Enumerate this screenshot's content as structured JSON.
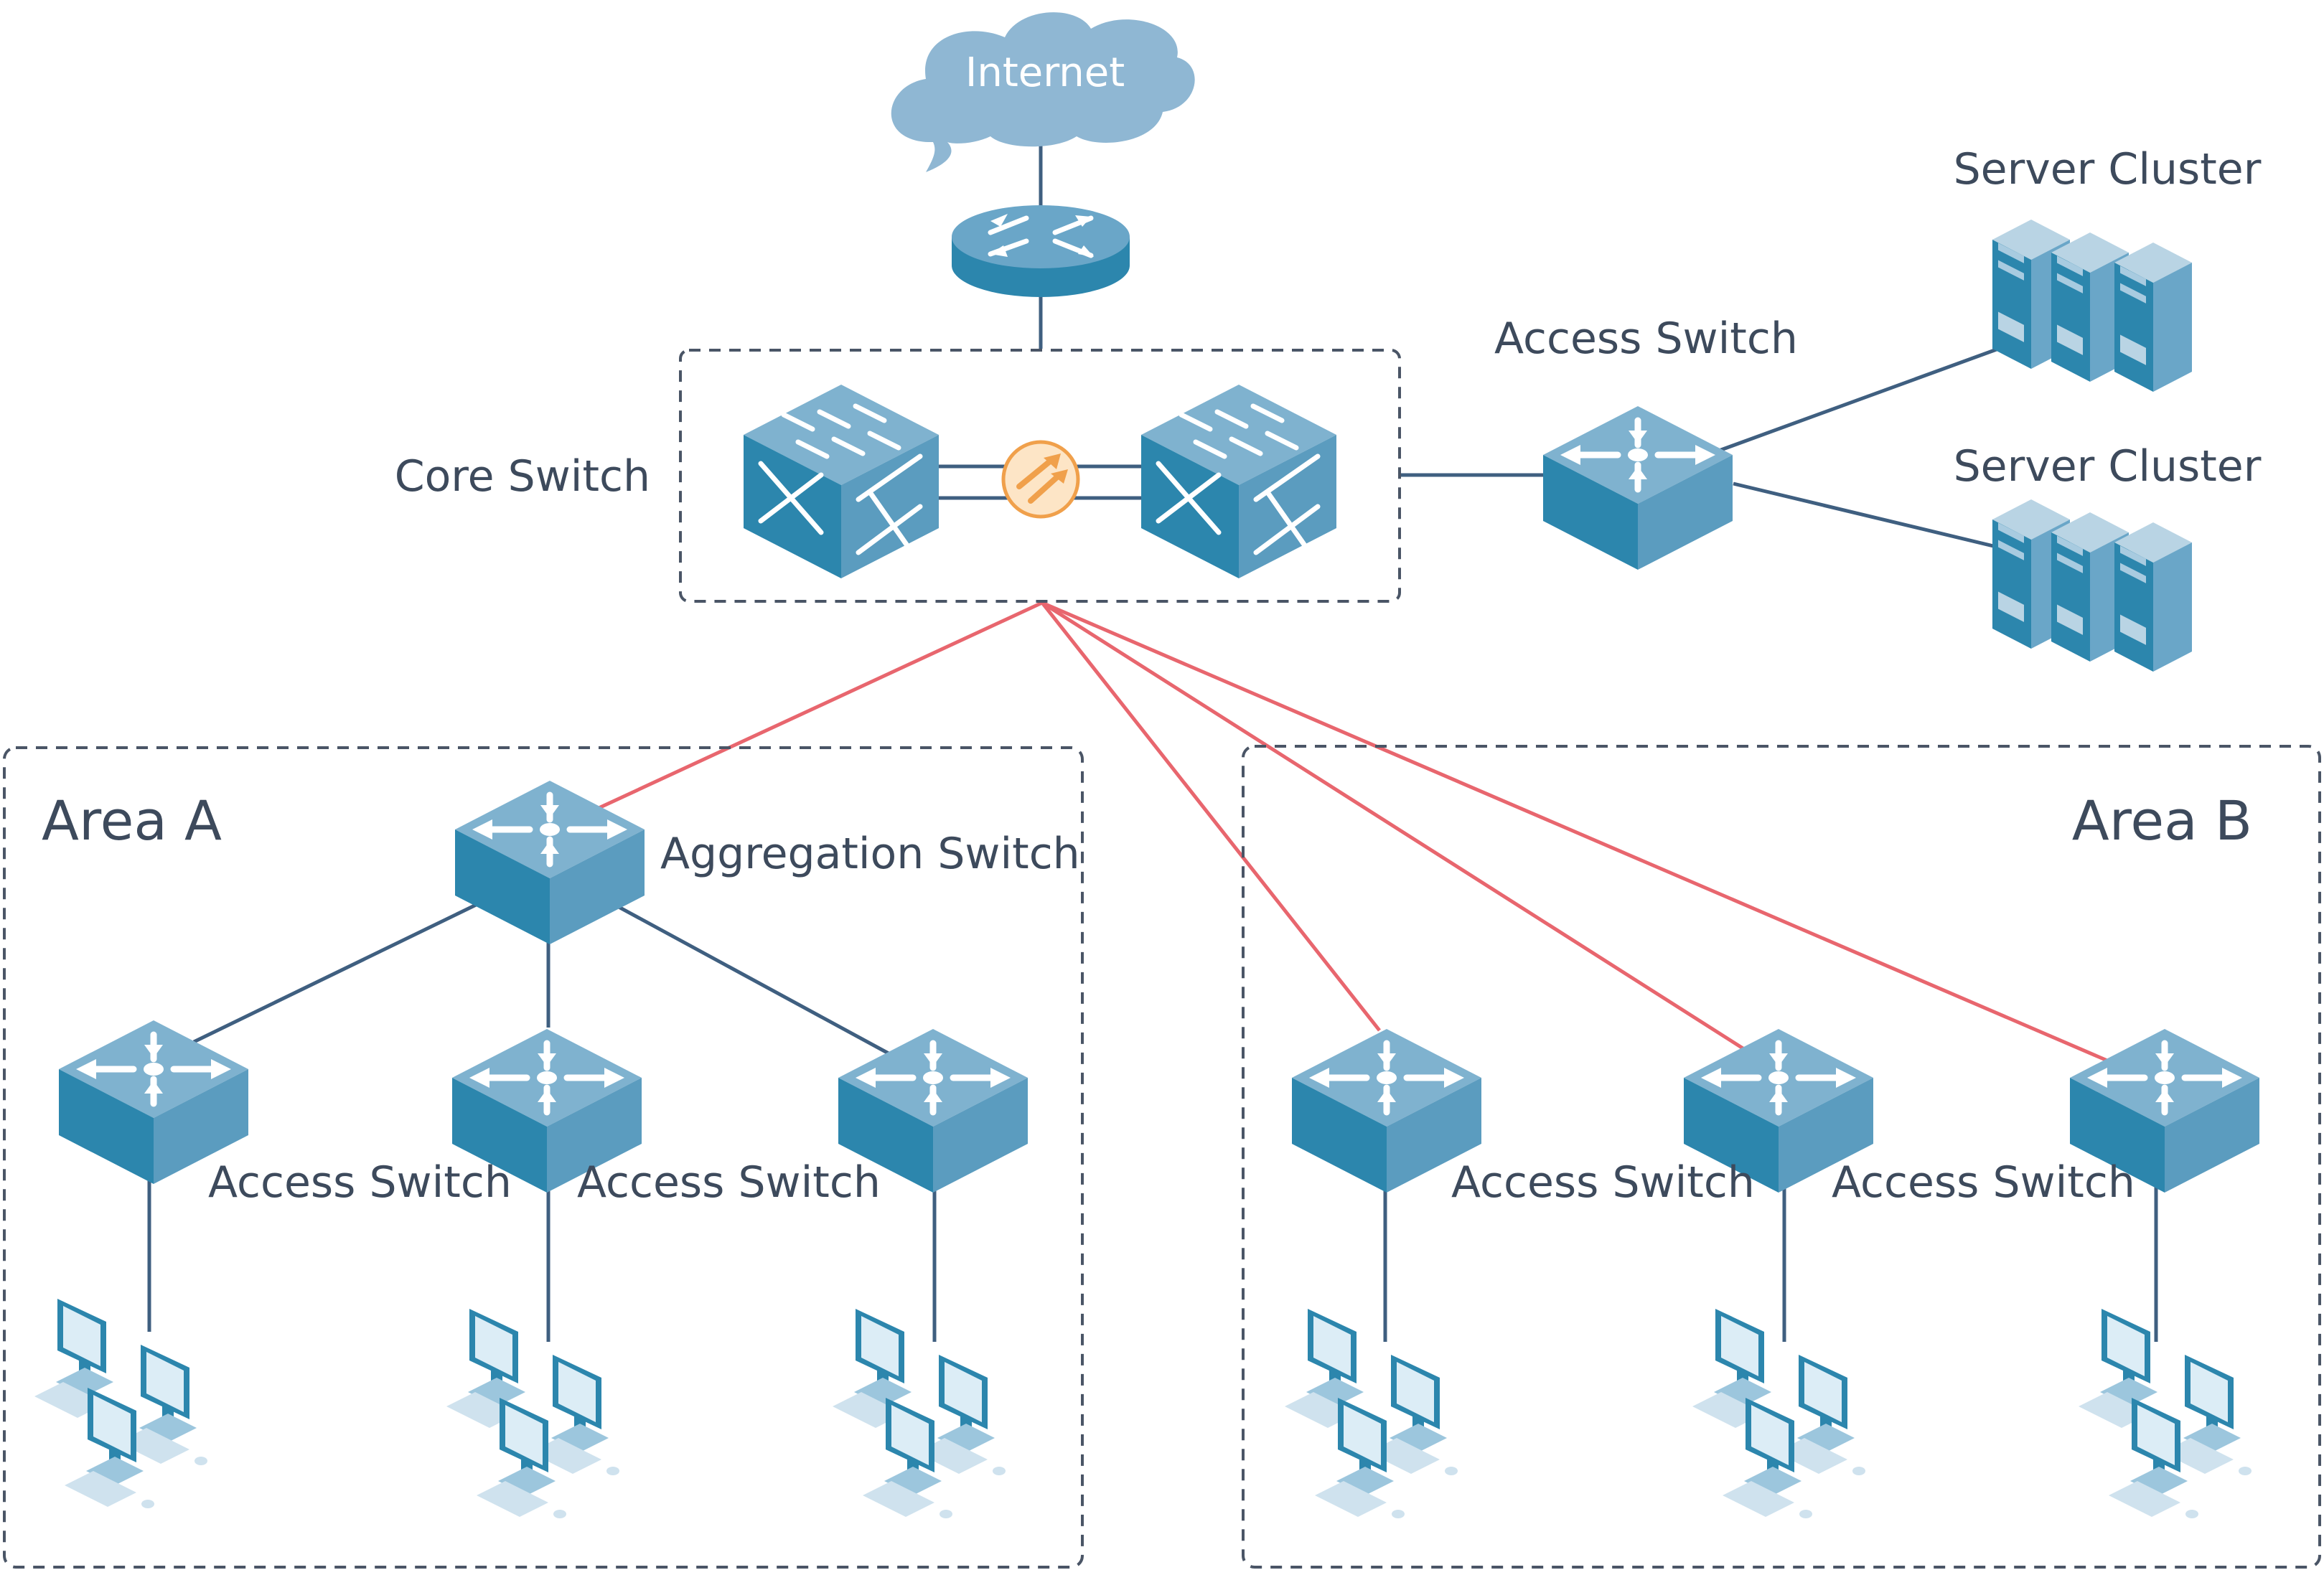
{
  "internet": {
    "label": "Internet"
  },
  "core": {
    "label": "Core Switch"
  },
  "dc_access": {
    "label": "Access Switch"
  },
  "servers": [
    {
      "label": "Server Cluster"
    },
    {
      "label": "Server Cluster"
    }
  ],
  "area_a": {
    "label": "Area A",
    "aggregation_label": "Aggregation Switch",
    "access_labels": [
      "Access Switch",
      "Access Switch"
    ]
  },
  "area_b": {
    "label": "Area B",
    "access_labels": [
      "Access Switch",
      "Access Switch"
    ]
  },
  "colors": {
    "device_top": "#7fb2cf",
    "device_front": "#2c86ad",
    "device_side": "#5b9cbf",
    "link_blue": "#3f5f80",
    "link_red": "#e8666e",
    "frame": "#4a5566",
    "cloud": "#8fb7d3",
    "firewall": "#f0a04b"
  }
}
